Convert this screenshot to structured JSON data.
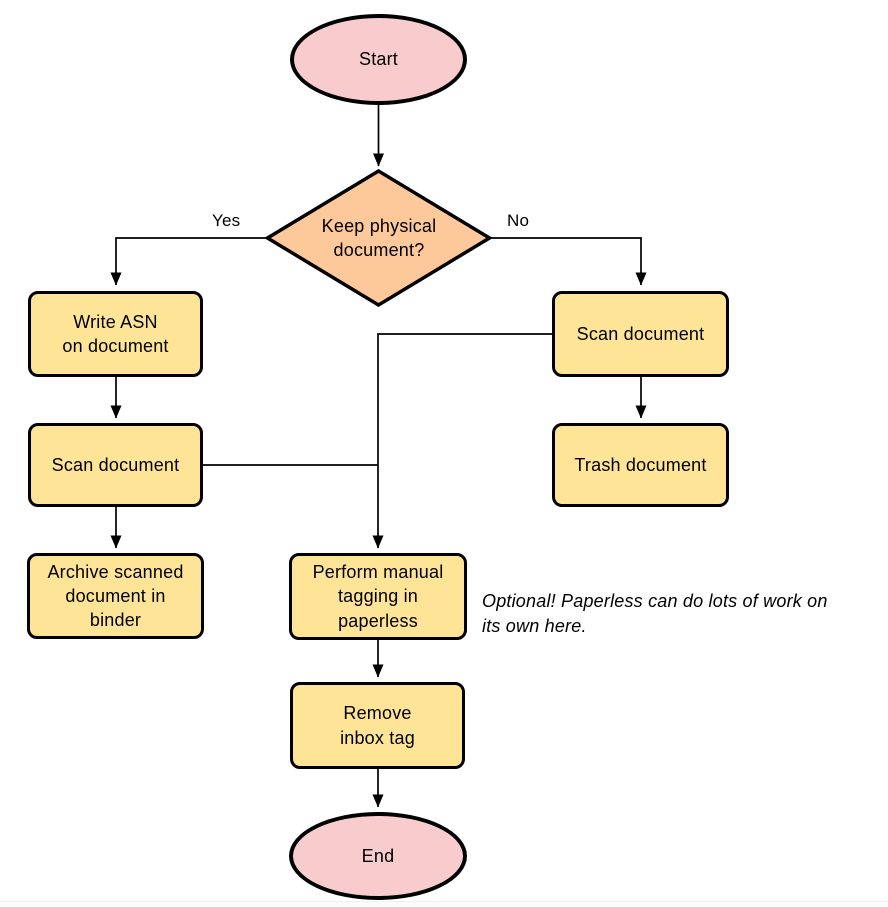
{
  "colors": {
    "terminal_fill": "#f8cccd",
    "decision_fill": "#fdc99b",
    "process_fill": "#fee496",
    "stroke": "#000000",
    "text": "#000000",
    "footer_divider": "#f0f0f0"
  },
  "nodes": {
    "start": "Start",
    "decision": "Keep physical\ndocument?",
    "write_asn": "Write ASN\non document",
    "scan_left": "Scan document",
    "archive": "Archive scanned\ndocument in\nbinder",
    "scan_right": "Scan document",
    "trash": "Trash document",
    "tagging": "Perform manual\ntagging in\npaperless",
    "remove_inbox": "Remove\ninbox tag",
    "end": "End"
  },
  "edge_labels": {
    "yes": "Yes",
    "no": "No"
  },
  "annotation": "Optional! Paperless can do lots of work on\nits own here."
}
